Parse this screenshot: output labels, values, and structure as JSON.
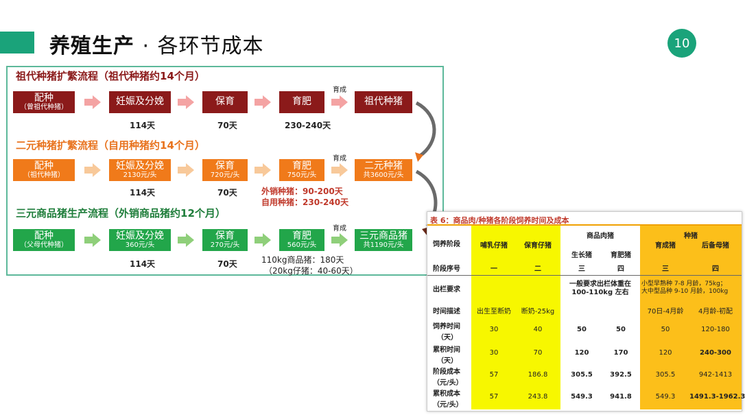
{
  "header": {
    "title_main": "养殖生产",
    "title_sep": "·",
    "title_sub": "各环节成本",
    "page_number": "10"
  },
  "colors": {
    "accent": "#1aa37a",
    "grandparent": "#8b1a1a",
    "parent": "#f07a1a",
    "commercial": "#22a64a"
  },
  "flows": [
    {
      "heading": "祖代种猪扩繁流程（祖代种猪约14个月）",
      "steps": [
        {
          "label": "配种",
          "sub": "（曾祖代种猪）"
        },
        {
          "label": "妊娠及分娩",
          "sub": ""
        },
        {
          "label": "保育",
          "sub": ""
        },
        {
          "label": "育肥",
          "sub": ""
        },
        {
          "label": "祖代种猪",
          "sub": ""
        }
      ],
      "durations": [
        "114天",
        "70天",
        "230-240天"
      ],
      "arrow_label": "育成"
    },
    {
      "heading": "二元种猪扩繁流程（自用种猪约14个月）",
      "steps": [
        {
          "label": "配种",
          "sub": "（祖代种猪）"
        },
        {
          "label": "妊娠及分娩",
          "sub": "2130元/头"
        },
        {
          "label": "保育",
          "sub": "720元/头"
        },
        {
          "label": "育肥",
          "sub": "750元/头"
        },
        {
          "label": "二元种猪",
          "sub": "共3600元/头"
        }
      ],
      "durations": [
        "114天",
        "70天",
        "外销种猪：90-200天",
        "自用种猪：230-240天"
      ],
      "arrow_label": "育成"
    },
    {
      "heading": "三元商品猪生产流程（外销商品猪约12个月）",
      "steps": [
        {
          "label": "配种",
          "sub": "（父母代种猪）"
        },
        {
          "label": "妊娠及分娩",
          "sub": "360元/头"
        },
        {
          "label": "保育",
          "sub": "270元/头"
        },
        {
          "label": "育肥",
          "sub": "560元/头"
        },
        {
          "label": "三元商品猪",
          "sub": "共1190元/头"
        }
      ],
      "durations": [
        "114天",
        "70天",
        "110kg商品猪：180天",
        "（20kg仔猪：40-60天）"
      ],
      "arrow_label": "育成"
    }
  ],
  "table": {
    "caption": "表 6：商品肉/种猪各阶段饲养时间及成本",
    "group_headers": {
      "commercial": "商品肉猪",
      "breeding": "种猪"
    },
    "row_headers": [
      "饲养阶段",
      "阶段序号",
      "出栏要求",
      "时间描述",
      "饲养时间（天）",
      "累积时间（天）",
      "阶段成本（元/头）",
      "累积成本（元/头）"
    ],
    "row_headers_split": [
      [
        "饲养阶段"
      ],
      [
        "阶段序号"
      ],
      [
        "出栏要求"
      ],
      [
        "时间描述"
      ],
      [
        "饲养时间",
        "（天）"
      ],
      [
        "累积时间",
        "（天）"
      ],
      [
        "阶段成本",
        "（元/头）"
      ],
      [
        "累积成本",
        "（元/头）"
      ]
    ],
    "columns": [
      {
        "stage": "哺乳仔猪",
        "seq": "一",
        "req": "",
        "desc": "出生至断奶",
        "days": "30",
        "cum_days": "30",
        "cost": "57",
        "cum_cost": "57"
      },
      {
        "stage": "保育仔猪",
        "seq": "二",
        "req": "",
        "desc": "断奶-25kg",
        "days": "40",
        "cum_days": "70",
        "cost": "186.8",
        "cum_cost": "243.8"
      },
      {
        "stage": "生长猪",
        "seq": "三",
        "req": "",
        "desc": "",
        "days": "50",
        "cum_days": "120",
        "cost": "305.5",
        "cum_cost": "549.3"
      },
      {
        "stage": "育肥猪",
        "seq": "四",
        "req": "",
        "desc": "",
        "days": "50",
        "cum_days": "170",
        "cost": "392.5",
        "cum_cost": "941.8"
      },
      {
        "stage": "育成猪",
        "seq": "三",
        "req": "",
        "desc": "70日-4月龄",
        "days": "50",
        "cum_days": "120",
        "cost": "305.5",
        "cum_cost": "549.3"
      },
      {
        "stage": "后备母猪",
        "seq": "四",
        "req": "",
        "desc": "4月龄-初配",
        "days": "120-180",
        "cum_days": "240-300",
        "cost": "942-1413",
        "cum_cost": "1491.3-1962.3"
      }
    ],
    "commercial_req": [
      "一般要求出栏体重在",
      "100-110kg 左右"
    ],
    "breeding_req": [
      "小型早熟种 7-8 月龄，75kg；",
      "大中型品种 9-10 月龄，100kg"
    ]
  }
}
